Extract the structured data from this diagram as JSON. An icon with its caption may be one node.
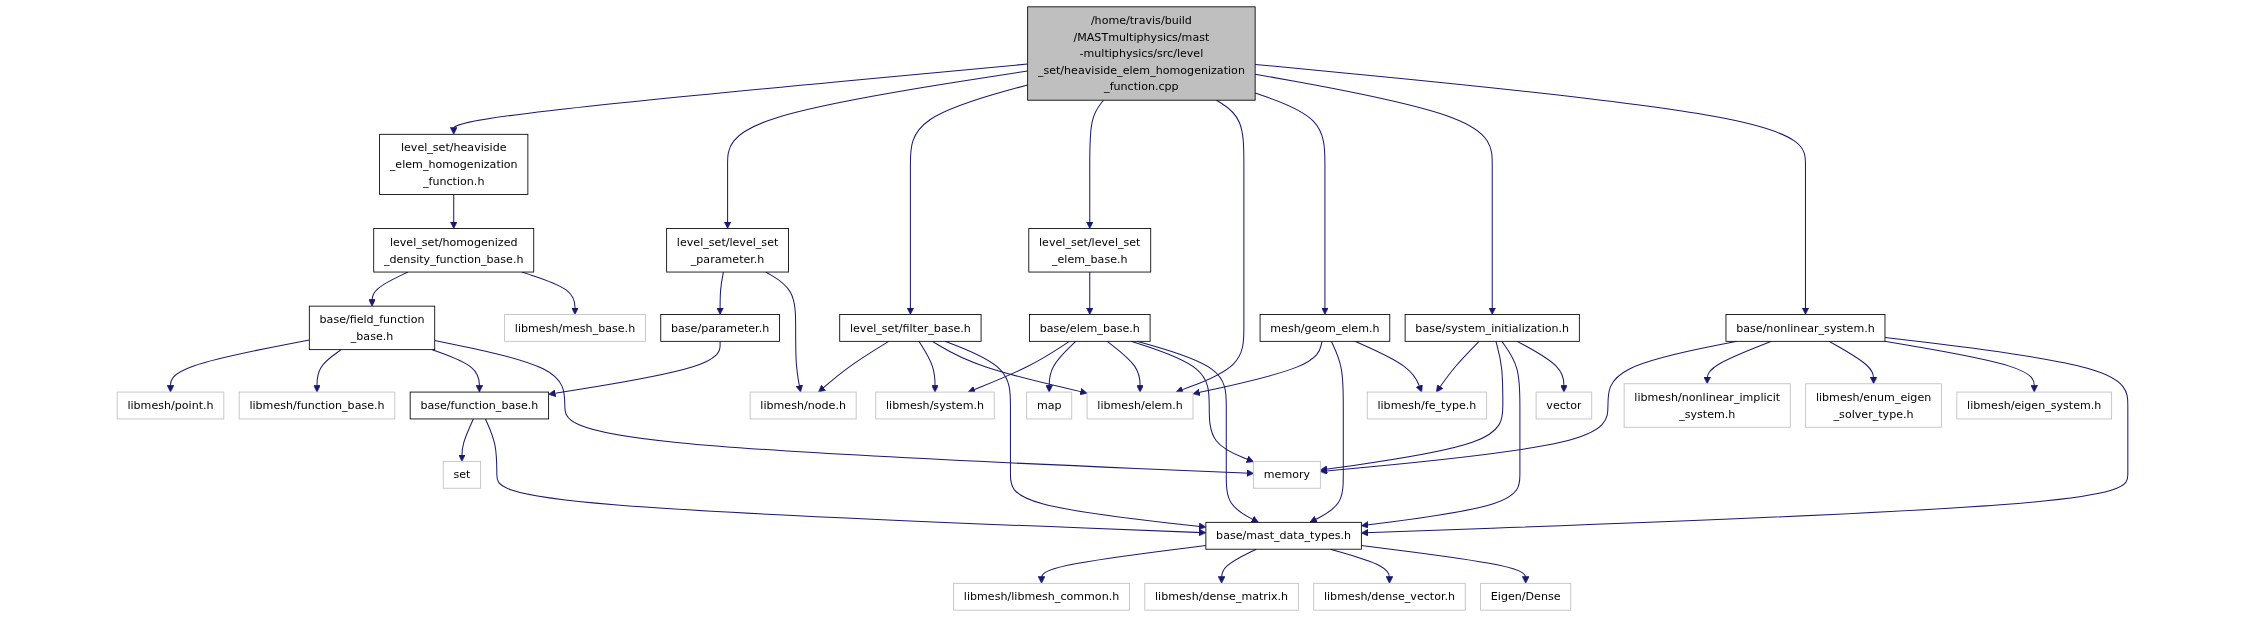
{
  "diagram": {
    "nodes": [
      {
        "text": [
          "/home/travis/build /MASTmultiphysics/mast -multiphysics/src/level _set/heaviside_elem_homogenization _function.cpp"
        ]
      },
      {
        "text": [
          "level_set/heaviside _elem_homogenization _function.h"
        ]
      },
      {
        "text": [
          "level_set/level_set _elem_base.h"
        ]
      },
      {
        "text": [
          "level_set/homogenized _density_function_base.h"
        ]
      },
      {
        "text": [
          "level_set/level_set _parameter.h"
        ]
      },
      {
        "text": [
          "level_set/filter_base.h"
        ]
      },
      {
        "text": [
          "base/elem_base.h"
        ]
      },
      {
        "text": [
          "mesh/geom_elem.h"
        ]
      },
      {
        "text": [
          "base/system_initialization.h"
        ]
      },
      {
        "text": [
          "base/field_function _base.h"
        ]
      },
      {
        "text": [
          "libmesh/mesh_base.h"
        ]
      },
      {
        "text": [
          "base/parameter.h"
        ]
      },
      {
        "text": [
          "libmesh/node.h"
        ]
      },
      {
        "text": [
          "libmesh/system.h"
        ]
      },
      {
        "text": [
          "map"
        ]
      },
      {
        "text": [
          "libmesh/elem.h"
        ]
      },
      {
        "text": [
          "libmesh/fe_type.h"
        ]
      },
      {
        "text": [
          "vector"
        ]
      },
      {
        "text": [
          "base/nonlinear_system.h"
        ]
      },
      {
        "text": [
          "libmesh/point.h"
        ]
      },
      {
        "text": [
          "libmesh/function_base.h"
        ]
      },
      {
        "text": [
          "base/function_base.h"
        ]
      },
      {
        "text": [
          "memory"
        ]
      },
      {
        "text": [
          "libmesh/nonlinear_implicit _system.h"
        ]
      },
      {
        "text": [
          "libmesh/enum_eigen _solver_type.h"
        ]
      },
      {
        "text": [
          "libmesh/eigen_system.h"
        ]
      },
      {
        "text": [
          "set"
        ]
      },
      {
        "text": [
          "base/mast_data_types.h"
        ]
      },
      {
        "text": [
          "libmesh/libmesh_common.h"
        ]
      },
      {
        "text": [
          "libmesh/dense_matrix.h"
        ]
      },
      {
        "text": [
          "libmesh/dense_vector.h"
        ]
      },
      {
        "text": [
          "Eigen/Dense"
        ]
      }
    ],
    "edges": [
      {
        "from": 0,
        "to": 1,
        "arrow": "to"
      },
      {
        "from": 0,
        "to": 4,
        "arrow": "to"
      },
      {
        "from": 0,
        "to": 5,
        "arrow": "to"
      },
      {
        "from": 0,
        "to": 2,
        "arrow": "to"
      },
      {
        "from": 0,
        "to": 15,
        "arrow": "to"
      },
      {
        "from": 0,
        "to": 7,
        "arrow": "to"
      },
      {
        "from": 0,
        "to": 8,
        "arrow": "to"
      },
      {
        "from": 0,
        "to": 18,
        "arrow": "to"
      },
      {
        "from": 1,
        "to": 3,
        "arrow": "to"
      },
      {
        "from": 3,
        "to": 9,
        "arrow": "to"
      },
      {
        "from": 3,
        "to": 10,
        "arrow": "to"
      },
      {
        "from": 4,
        "to": 11,
        "arrow": "to"
      },
      {
        "from": 4,
        "to": 12,
        "arrow": "to"
      },
      {
        "from": 5,
        "to": 12,
        "arrow": "to"
      },
      {
        "from": 5,
        "to": 13,
        "arrow": "to"
      },
      {
        "from": 5,
        "to": 15,
        "arrow": "to"
      },
      {
        "from": 5,
        "to": 27,
        "arrow": "to"
      },
      {
        "from": 2,
        "to": 6,
        "arrow": "to"
      },
      {
        "from": 6,
        "to": 13,
        "arrow": "to"
      },
      {
        "from": 6,
        "to": 14,
        "arrow": "to"
      },
      {
        "from": 6,
        "to": 15,
        "arrow": "to"
      },
      {
        "from": 6,
        "to": 22,
        "arrow": "to"
      },
      {
        "from": 6,
        "to": 27,
        "arrow": "to"
      },
      {
        "from": 7,
        "to": 15,
        "arrow": "to"
      },
      {
        "from": 7,
        "to": 27,
        "arrow": "to"
      },
      {
        "from": 7,
        "to": 16,
        "arrow": "to"
      },
      {
        "from": 8,
        "to": 16,
        "arrow": "to"
      },
      {
        "from": 8,
        "to": 22,
        "arrow": "to"
      },
      {
        "from": 8,
        "to": 27,
        "arrow": "to"
      },
      {
        "from": 8,
        "to": 17,
        "arrow": "to"
      },
      {
        "from": 9,
        "to": 19,
        "arrow": "to"
      },
      {
        "from": 9,
        "to": 20,
        "arrow": "to"
      },
      {
        "from": 9,
        "to": 21,
        "arrow": "to"
      },
      {
        "from": 9,
        "to": 22,
        "arrow": "to"
      },
      {
        "from": 11,
        "to": 21,
        "arrow": "to"
      },
      {
        "from": 21,
        "to": 26,
        "arrow": "to"
      },
      {
        "from": 21,
        "to": 27,
        "arrow": "to"
      },
      {
        "from": 18,
        "to": 22,
        "arrow": "to"
      },
      {
        "from": 18,
        "to": 23,
        "arrow": "to"
      },
      {
        "from": 18,
        "to": 24,
        "arrow": "to"
      },
      {
        "from": 18,
        "to": 25,
        "arrow": "to"
      },
      {
        "from": 18,
        "to": 27,
        "arrow": "to"
      },
      {
        "from": 27,
        "to": 28,
        "arrow": "to"
      },
      {
        "from": 27,
        "to": 29,
        "arrow": "to"
      },
      {
        "from": 27,
        "to": 30,
        "arrow": "to"
      },
      {
        "from": 27,
        "to": 31,
        "arrow": "to"
      }
    ]
  }
}
